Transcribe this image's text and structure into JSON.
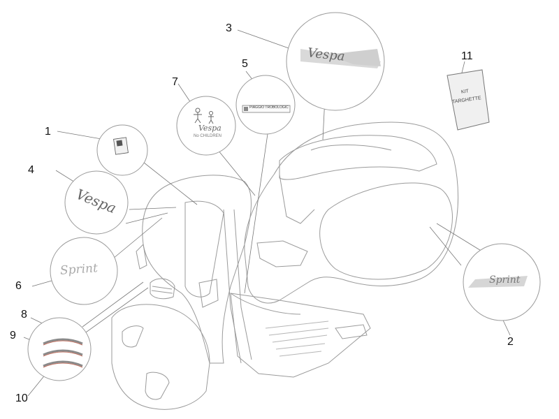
{
  "diagram": {
    "callouts": [
      {
        "id": "1",
        "label": "1"
      },
      {
        "id": "2",
        "label": "2"
      },
      {
        "id": "3",
        "label": "3"
      },
      {
        "id": "4",
        "label": "4"
      },
      {
        "id": "5",
        "label": "5"
      },
      {
        "id": "6",
        "label": "6"
      },
      {
        "id": "7",
        "label": "7"
      },
      {
        "id": "8",
        "label": "8"
      },
      {
        "id": "9",
        "label": "9"
      },
      {
        "id": "10",
        "label": "10"
      },
      {
        "id": "11",
        "label": "11"
      }
    ],
    "stickers": {
      "vespa_script": "Vespa",
      "sprint_script": "Sprint",
      "piaggio_label": "PIAGGIO TROBOLOGIC",
      "children_caption": "No CHILDREN",
      "kit_line1": "KIT",
      "kit_line2": "TARGHETTE"
    }
  }
}
